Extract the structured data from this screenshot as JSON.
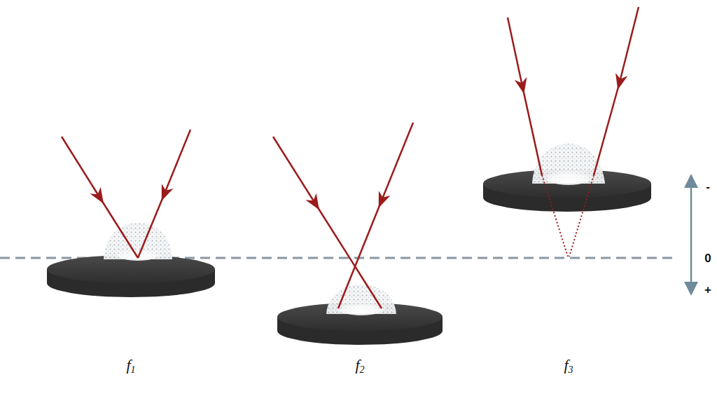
{
  "diagram": {
    "labels": [
      "f1",
      "f2",
      "f3",
      "-",
      "0",
      "+"
    ]
  }
}
